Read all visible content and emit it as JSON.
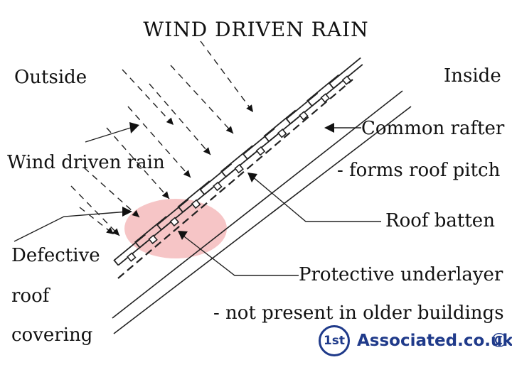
{
  "title": "WIND DRIVEN RAIN",
  "labels": {
    "outside": "Outside",
    "inside": "Inside",
    "wind_driven_rain": "Wind driven rain",
    "common_rafter_1": "Common rafter",
    "common_rafter_2": "- forms roof pitch",
    "roof_batten": "Roof batten",
    "defective_1": "Defective",
    "defective_2": "roof",
    "defective_3": "covering",
    "underlayer_1": "Protective underlayer",
    "underlayer_2": "- not present in older buildings"
  },
  "logo": {
    "badge": "1st",
    "name": "Associated.co.uk",
    "copyright": "©"
  },
  "colors": {
    "ink": "#111111",
    "highlight": "#f4b6b8",
    "brand": "#1f3a8a"
  }
}
